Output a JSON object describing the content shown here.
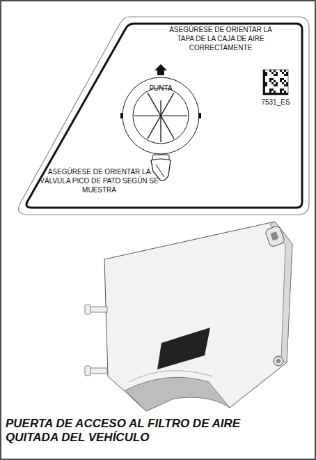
{
  "diagram": {
    "caption": "PUERTA DE ACCESO AL FILTRO DE AIRE QUITADA DEL VEHÍCULO",
    "nodes": [
      {
        "text": [
          "ASEGÚRESE DE ORIENTAR LA TAPA DE LA CAJA DE AIRE CORRECTAMENTE",
          "ASEGÚRESE DE ORIENTAR LA VÁLVULA PICO DE PATO SEGÚN SE MUESTRA"
        ]
      },
      {
        "text": [
          "PUNTA"
        ],
        "in": 0
      }
    ],
    "labels": [
      "7531_ES"
    ]
  }
}
